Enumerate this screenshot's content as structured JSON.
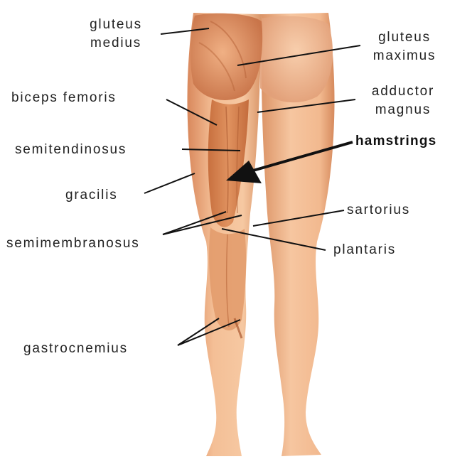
{
  "labels": {
    "gluteus_medius": [
      "gluteus",
      "medius"
    ],
    "gluteus_maximus": [
      "gluteus",
      "maximus"
    ],
    "biceps_femoris": "biceps femoris",
    "adductor_magnus": [
      "adductor",
      "magnus"
    ],
    "semitendinosus": "semitendinosus",
    "hamstrings": "hamstrings",
    "gracilis": "gracilis",
    "sartorius": "sartorius",
    "semimembranosus": "semimembranosus",
    "plantaris": "plantaris",
    "gastrocnemius": "gastrocnemius"
  },
  "colors": {
    "skin": "#f0b58c",
    "skin_shadow": "#d98f63",
    "muscle": "#d9885a",
    "muscle_dark": "#b8653a",
    "leader_line": "#111111",
    "background": "#ffffff"
  }
}
